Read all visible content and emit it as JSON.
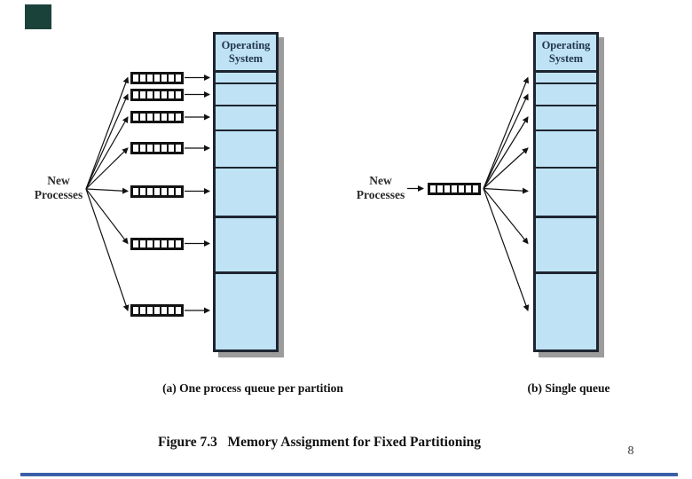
{
  "page": {
    "number": "8",
    "background_color": "#ffffff",
    "corner_mark_color": "#1b423a",
    "bottom_rule_color": "#3b5fa9"
  },
  "figure": {
    "caption": "Figure 7.3   Memory Assignment for Fixed Partitioning"
  },
  "memory": {
    "fill_color": "#bfe3f4",
    "border_color": "#1d2430",
    "shadow_color": "#9c9c9c",
    "title_color": "#22354c"
  },
  "diagram_a": {
    "caption": "(a) One process queue per partition",
    "source_label_line1": "New",
    "source_label_line2": "Processes",
    "memory_title_line1": "Operating",
    "memory_title_line2": "System",
    "queue_count": 7,
    "partition_count": 7
  },
  "diagram_b": {
    "caption": "(b) Single queue",
    "source_label_line1": "New",
    "source_label_line2": "Processes",
    "memory_title_line1": "Operating",
    "memory_title_line2": "System",
    "queue_count": 1,
    "partition_count": 7
  }
}
